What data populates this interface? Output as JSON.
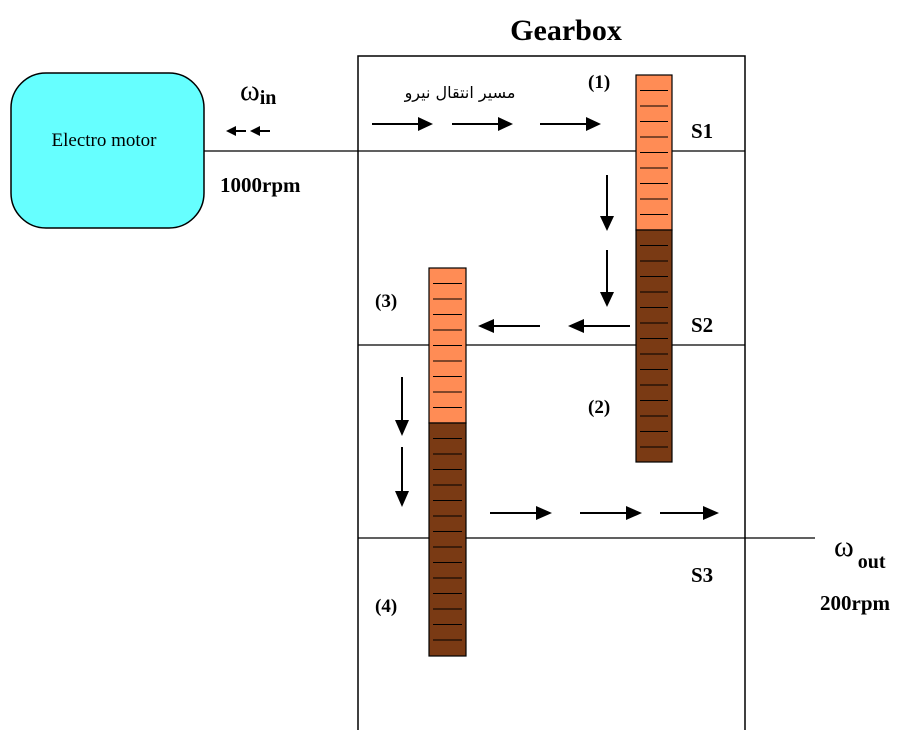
{
  "title": "Gearbox",
  "motor": {
    "label": "Electro motor",
    "fill_color": "#66ffff"
  },
  "input": {
    "omega_symbol": "ω",
    "subscript": "in",
    "speed": "1000rpm"
  },
  "output": {
    "omega_symbol": "ω",
    "subscript": "out",
    "speed": "200rpm"
  },
  "power_path_label": "مسیر انتقال نیرو",
  "shafts": {
    "s1": "S1",
    "s2": "S2",
    "s3": "S3"
  },
  "gears": {
    "g1": {
      "label": "(1)",
      "color": "#ff8c55"
    },
    "g2": {
      "label": "(2)",
      "color": "#7a3a14"
    },
    "g3": {
      "label": "(3)",
      "color": "#ff8c55"
    },
    "g4": {
      "label": "(4)",
      "color": "#7a3a14"
    }
  },
  "arrow_color": "#000000"
}
